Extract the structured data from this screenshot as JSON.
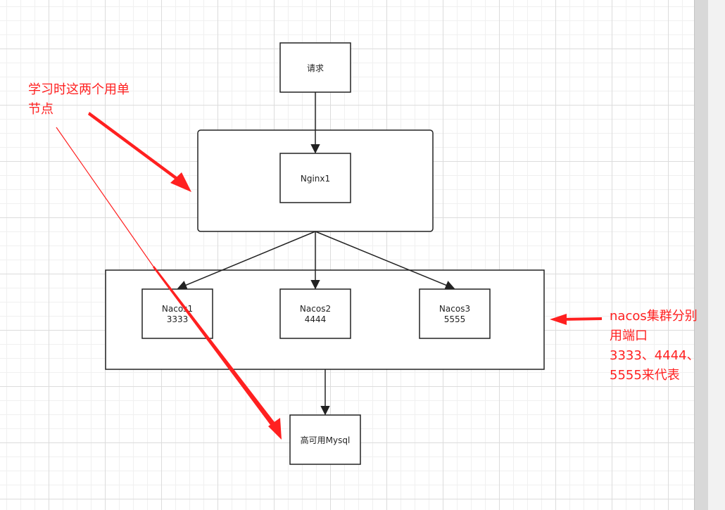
{
  "nodes": {
    "request": "请求",
    "nginx": "Nginx1",
    "nacos1_name": "Nacos1",
    "nacos1_port": "3333",
    "nacos2_name": "Nacos2",
    "nacos2_port": "4444",
    "nacos3_name": "Nacos3",
    "nacos3_port": "5555",
    "mysql": "高可用Mysql"
  },
  "annotations": {
    "left_line1": "学习时这两个用单",
    "left_line2": "节点",
    "right_line1": "nacos集群分别",
    "right_line2": "用端口",
    "right_line3": "3333、4444、",
    "right_line4": "5555来代表"
  },
  "colors": {
    "annotation": "#ff2020",
    "stroke": "#222222"
  }
}
